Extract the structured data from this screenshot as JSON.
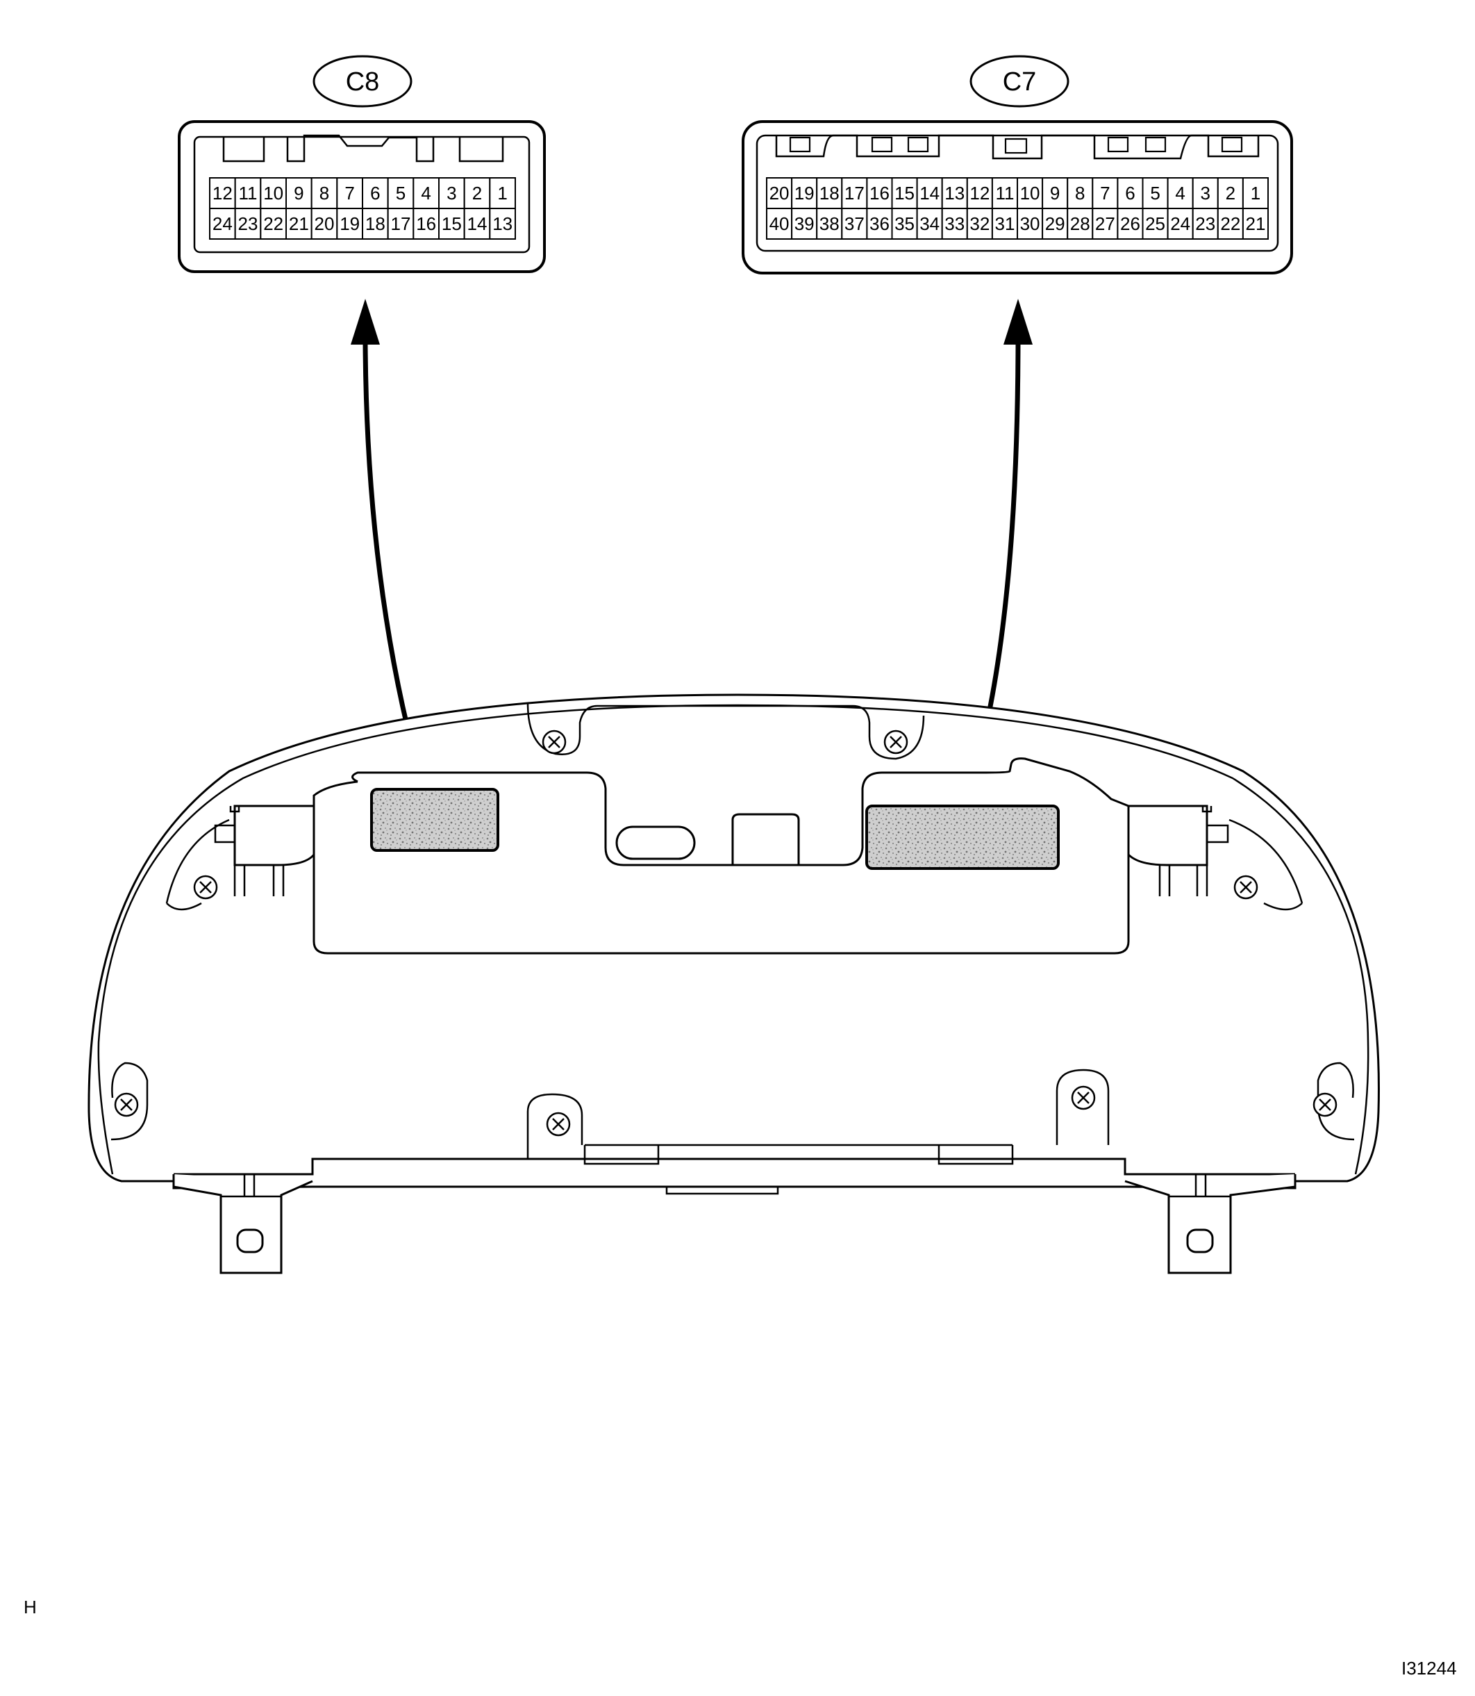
{
  "connectors": [
    {
      "name": "C8",
      "rows": [
        [
          "12",
          "11",
          "10",
          "9",
          "8",
          "7",
          "6",
          "5",
          "4",
          "3",
          "2",
          "1"
        ],
        [
          "24",
          "23",
          "22",
          "21",
          "20",
          "19",
          "18",
          "17",
          "16",
          "15",
          "14",
          "13"
        ]
      ]
    },
    {
      "name": "C7",
      "rows": [
        [
          "20",
          "19",
          "18",
          "17",
          "16",
          "15",
          "14",
          "13",
          "12",
          "11",
          "10",
          "9",
          "8",
          "7",
          "6",
          "5",
          "4",
          "3",
          "2",
          "1"
        ],
        [
          "40",
          "39",
          "38",
          "37",
          "36",
          "35",
          "34",
          "33",
          "32",
          "31",
          "30",
          "29",
          "28",
          "27",
          "26",
          "25",
          "24",
          "23",
          "22",
          "21"
        ]
      ]
    }
  ],
  "marks": {
    "left": "H",
    "right": "I31244"
  },
  "colors": {
    "line": "#000000",
    "paper": "#ffffff",
    "connector_fill": "#c9c9c9"
  }
}
